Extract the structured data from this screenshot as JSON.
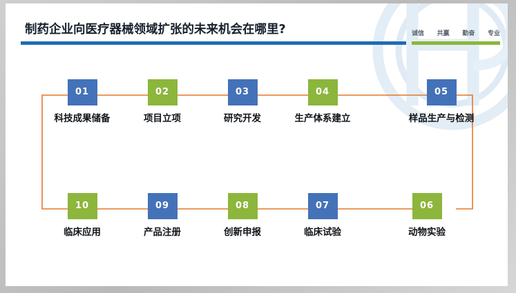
{
  "header": {
    "title": "制药企业向医疗器械领域扩张的未来机会在哪里?",
    "slogan": [
      "诚信",
      "共赢",
      "勤奋",
      "专业"
    ],
    "rule_blue_color": "#1f6cb4",
    "rule_green_color": "#8ab73b",
    "title_color": "#16202c"
  },
  "theme": {
    "blue": "#4472b8",
    "green": "#8cb63c",
    "connector": "#e0792c",
    "watermark": "#dce7f2"
  },
  "flow": {
    "top_row": [
      {
        "number": "01",
        "label": "科技成果储备",
        "color": "blue"
      },
      {
        "number": "02",
        "label": "项目立项",
        "color": "green"
      },
      {
        "number": "03",
        "label": "研究开发",
        "color": "blue"
      },
      {
        "number": "04",
        "label": "生产体系建立",
        "color": "green"
      },
      {
        "number": "05",
        "label": "样品生产与检测",
        "color": "blue"
      }
    ],
    "bottom_row": [
      {
        "number": "10",
        "label": "临床应用",
        "color": "green"
      },
      {
        "number": "09",
        "label": "产品注册",
        "color": "blue"
      },
      {
        "number": "08",
        "label": "创新申报",
        "color": "green"
      },
      {
        "number": "07",
        "label": "临床试验",
        "color": "blue"
      },
      {
        "number": "06",
        "label": "动物实验",
        "color": "green"
      }
    ]
  }
}
